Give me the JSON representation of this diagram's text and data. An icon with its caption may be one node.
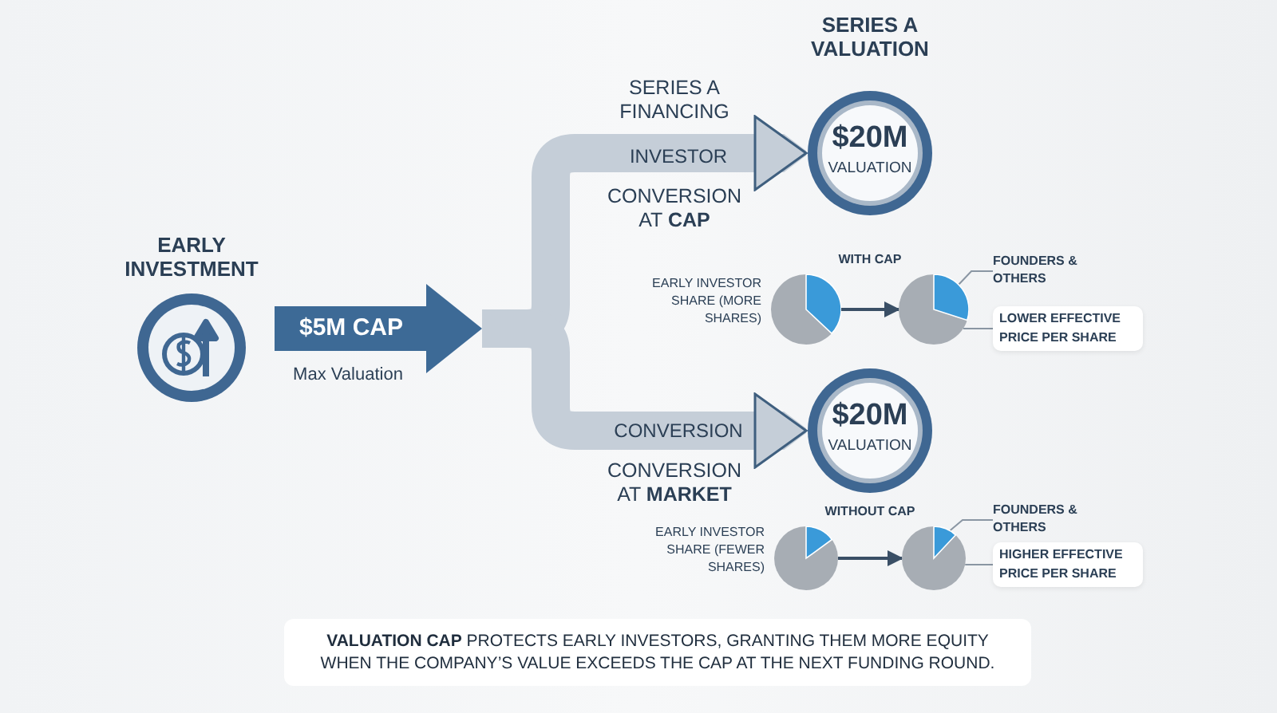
{
  "diagram": {
    "caption": "**VALUATION CAP** PROTECTS EARLY INVESTORS, GRANTING THEM MORE EQUITY WHEN THE COMPANY’S VALUE EXCEEDS THE CAP AT THE NEXT FUNDING ROUND.",
    "nodes": [
      {
        "text": [
          "EARLY INVESTMENT"
        ]
      },
      {
        "text": [
          "$5M CAP"
        ],
        "beside": [
          "Max Valuation"
        ]
      },
      {
        "text": [
          "SERIES A VALUATION",
          "$20M",
          "VALUATION"
        ]
      },
      {
        "text": [],
        "shape": "circle",
        "beside": [
          "EARLY INVESTOR SHARE (MORE SHARES)"
        ]
      },
      {
        "text": [],
        "shape": "circle"
      },
      {
        "text": [
          "FOUNDERS & OTHERS"
        ]
      },
      {
        "text": [
          "LOWER EFFECTIVE PRICE PER SHARE"
        ]
      },
      {
        "text": [
          "$20M",
          "VALUATION"
        ]
      },
      {
        "text": [],
        "shape": "circle",
        "beside": [
          "EARLY INVESTOR SHARE (FEWER SHARES)"
        ]
      },
      {
        "text": [],
        "shape": "circle"
      },
      {
        "text": [
          "FOUNDERS & OTHERS"
        ]
      },
      {
        "text": [
          "HIGHER EFFECTIVE PRICE PER SHARE"
        ]
      }
    ],
    "edges": [
      {
        "from": 1,
        "to": 2,
        "arrow": "to",
        "label": "INVESTOR",
        "style": "thick"
      },
      {
        "from": 1,
        "to": 7,
        "arrow": "to",
        "label": "CONVERSION",
        "style": "thick"
      },
      {
        "from": 3,
        "to": 4,
        "arrow": "to"
      },
      {
        "from": 5,
        "to": 4,
        "arrow": "none"
      },
      {
        "from": 6,
        "to": 4,
        "arrow": "none"
      },
      {
        "from": 8,
        "to": 9,
        "arrow": "to"
      },
      {
        "from": 10,
        "to": 9,
        "arrow": "none"
      },
      {
        "from": 11,
        "to": 9,
        "arrow": "none"
      }
    ],
    "labels": [
      "SERIES A FINANCING",
      "CONVERSION AT **CAP**",
      "WITH CAP",
      "CONVERSION AT **MARKET**",
      "WITHOUT CAP"
    ]
  }
}
